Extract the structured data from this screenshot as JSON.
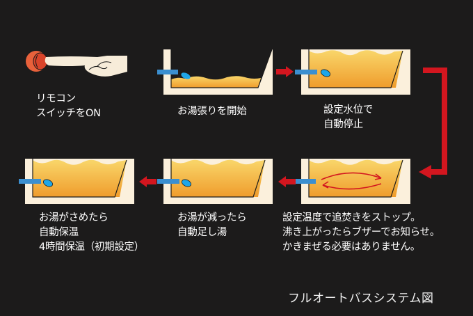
{
  "colors": {
    "background": "#1c1b1b",
    "tub_frame": "#fbf0dc",
    "water_top": "#f7c95a",
    "water_bottom": "#f0a030",
    "pipe": "#3b8fd0",
    "droplet": "#1ea6e8",
    "arrow_red": "#d3161f",
    "text": "#ffffff"
  },
  "steps": [
    {
      "id": "remote-switch",
      "icon": "hand-pressing-button-icon",
      "lines": [
        "リモコン",
        "スイッチをON"
      ]
    },
    {
      "id": "start-filling",
      "icon": "bathtub-filling-icon",
      "water_level": "low",
      "lines": [
        "お湯張りを開始"
      ]
    },
    {
      "id": "auto-stop-level",
      "icon": "bathtub-full-icon",
      "water_level": "full",
      "lines": [
        "設定水位で",
        "自動停止"
      ]
    },
    {
      "id": "reheat-stop",
      "icon": "bathtub-circulation-icon",
      "water_level": "full",
      "lines": [
        "設定温度で追焚きをストップ。",
        "沸き上がったらブザーでお知らせ。",
        "かきまぜる必要はありません。"
      ]
    },
    {
      "id": "auto-refill",
      "icon": "bathtub-refill-icon",
      "water_level": "full",
      "lines": [
        "お湯が減ったら",
        "自動足し湯"
      ]
    },
    {
      "id": "auto-keep-warm",
      "icon": "bathtub-keep-warm-icon",
      "water_level": "full",
      "lines": [
        "お湯がさめたら",
        "自動保温",
        "4時間保温（初期設定）"
      ]
    }
  ],
  "caption": "フルオートバスシステム図"
}
